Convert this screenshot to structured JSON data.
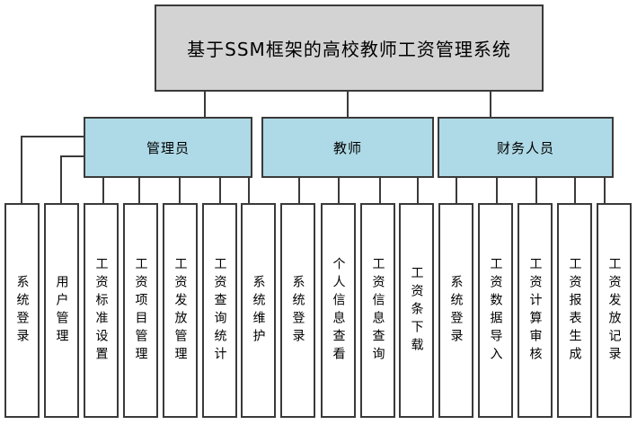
{
  "diagram": {
    "title": "基于SSM框架的高校教师工资管理系统",
    "colors": {
      "title_fill": "#d3d3d3",
      "role_fill": "#aed9e6",
      "module_fill": "#ffffff",
      "border": "#3a3a3a",
      "line": "#3a3a3a",
      "text": "#000000"
    },
    "roles": [
      {
        "label": "管理员",
        "children": [
          "系统登录",
          "用户管理",
          "工资标准设置",
          "工资项目管理",
          "工资发放管理",
          "工资查询统计",
          "系统维护"
        ]
      },
      {
        "label": "教师",
        "children": [
          "系统登录",
          "个人信息查看",
          "工资信息查询",
          "工资条下载"
        ]
      },
      {
        "label": "财务人员",
        "children": [
          "系统登录",
          "工资数据导入",
          "工资计算审核",
          "工资报表生成",
          "工资发放记录"
        ]
      }
    ]
  }
}
